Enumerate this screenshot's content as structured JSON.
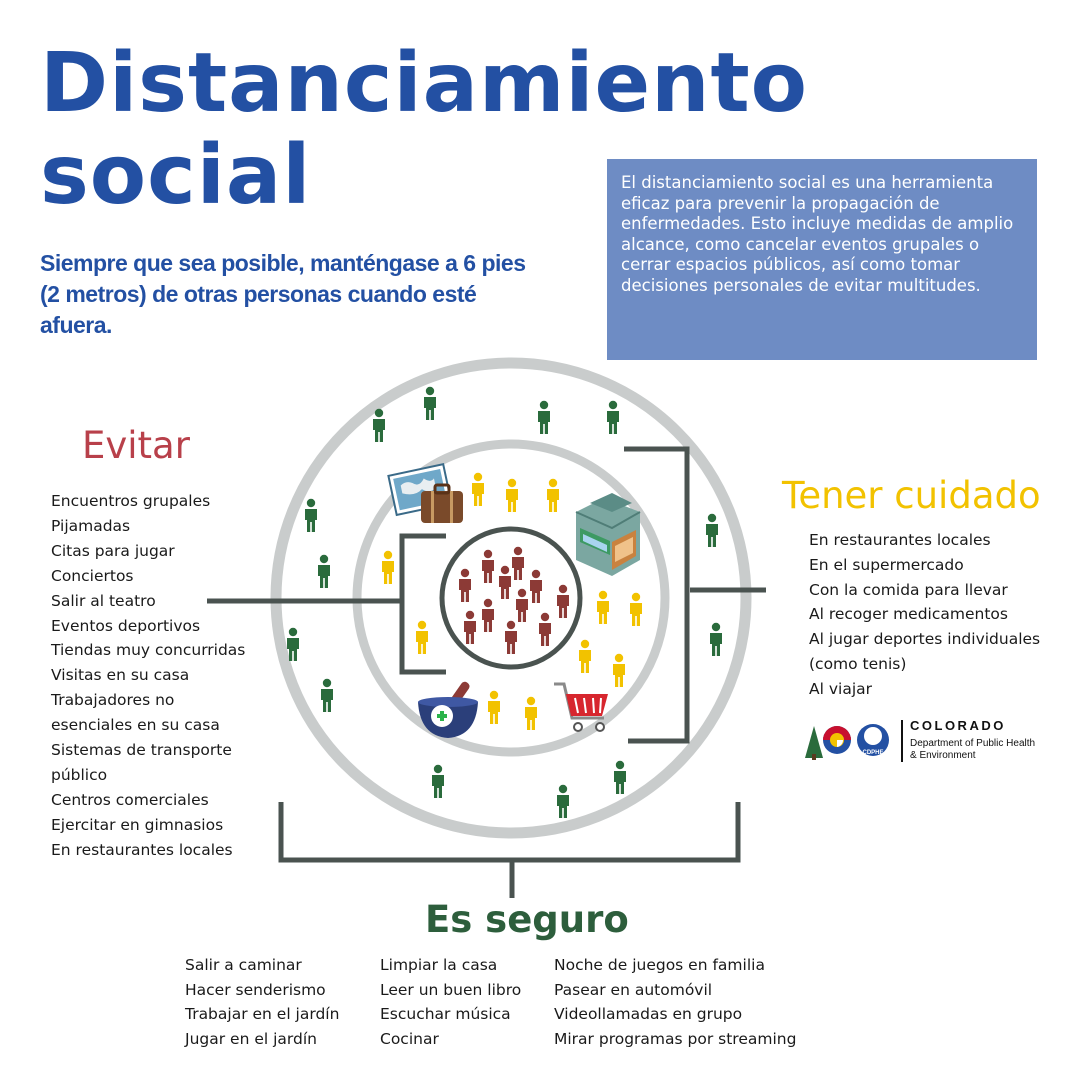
{
  "title": {
    "line1": "Distanciamiento",
    "line2": "social"
  },
  "subtitle": "Siempre que sea posible, manténgase a 6 pies (2 metros) de otras personas cuando esté afuera.",
  "info_box": "El distanciamiento social es una herramienta eficaz para prevenir la propagación de enfermedades. Esto incluye medidas de amplio alcance, como cancelar eventos grupales o cerrar espacios públicos, así como tomar decisiones personales de evitar multitudes.",
  "evitar": {
    "heading": "Evitar",
    "items": [
      "Encuentros grupales",
      "Pijamadas",
      "Citas para jugar",
      "Conciertos",
      "Salir al teatro",
      "Eventos deportivos",
      "Tiendas muy concurridas",
      "Visitas en su casa",
      "Trabajadores no",
      "esenciales en su casa",
      "Sistemas de transporte",
      "público",
      "Centros comerciales",
      "Ejercitar en gimnasios",
      "En restaurantes locales"
    ]
  },
  "cuidado": {
    "heading": "Tener cuidado",
    "items": [
      "En restaurantes locales",
      "En el supermercado",
      "Con la comida para llevar",
      "Al recoger medicamentos",
      "Al jugar deportes individuales",
      "(como tenis)",
      "Al viajar"
    ]
  },
  "seguro": {
    "heading": "Es seguro",
    "col1": [
      "Salir a caminar",
      "Hacer senderismo",
      "Trabajar en el jardín",
      "Jugar en el jardín"
    ],
    "col2": [
      "Limpiar la casa",
      "Leer un buen libro",
      "Escuchar música",
      "Cocinar"
    ],
    "col3": [
      "Noche de juegos en familia",
      "Pasear en automóvil",
      "Videollamadas en grupo",
      "Mirar programas por streaming"
    ]
  },
  "logo": {
    "word": "COLORADO",
    "sub": "Department of Public Health & Environment",
    "badge": "CDPHE"
  },
  "colors": {
    "title_blue": "#2350a3",
    "info_bg": "#6e8cc4",
    "evitar_red": "#b8404a",
    "cuidado_yellow": "#f2c200",
    "seguro_green": "#2d5e3c",
    "person_inner": "#8c3a36",
    "person_middle": "#f2c200",
    "person_outer": "#2a6b3c",
    "ring": "#c9cccc",
    "bracket": "#4a5350"
  },
  "icons": [
    "map-and-suitcase-icon",
    "storefront-icon",
    "mortar-pestle-icon",
    "shopping-cart-icon",
    "person-icon"
  ]
}
